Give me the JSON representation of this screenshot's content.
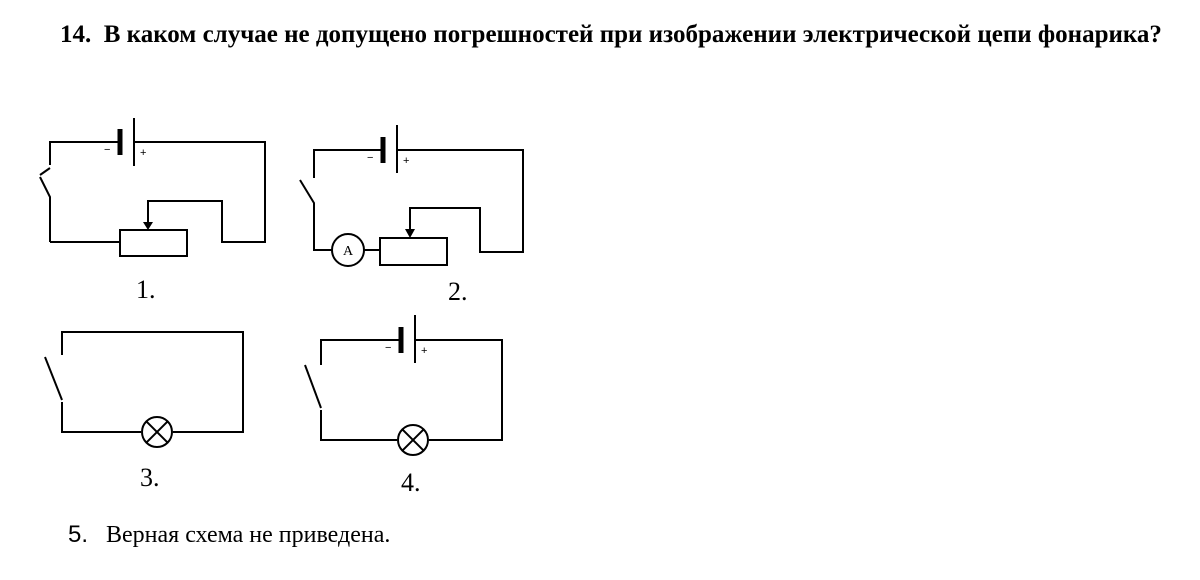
{
  "question": {
    "number": "14.",
    "text": "В каком случае не допущено погрешностей при изображении электрической цепи фонарика?"
  },
  "diagrams": [
    {
      "label": "1.",
      "minus": "−",
      "plus": "+"
    },
    {
      "label": "2.",
      "minus": "−",
      "plus": "+",
      "ammeter": "A"
    },
    {
      "label": "3."
    },
    {
      "label": "4.",
      "minus": "−",
      "plus": "+"
    }
  ],
  "option5": {
    "number": "5.",
    "text": "Верная схема не приведена."
  }
}
